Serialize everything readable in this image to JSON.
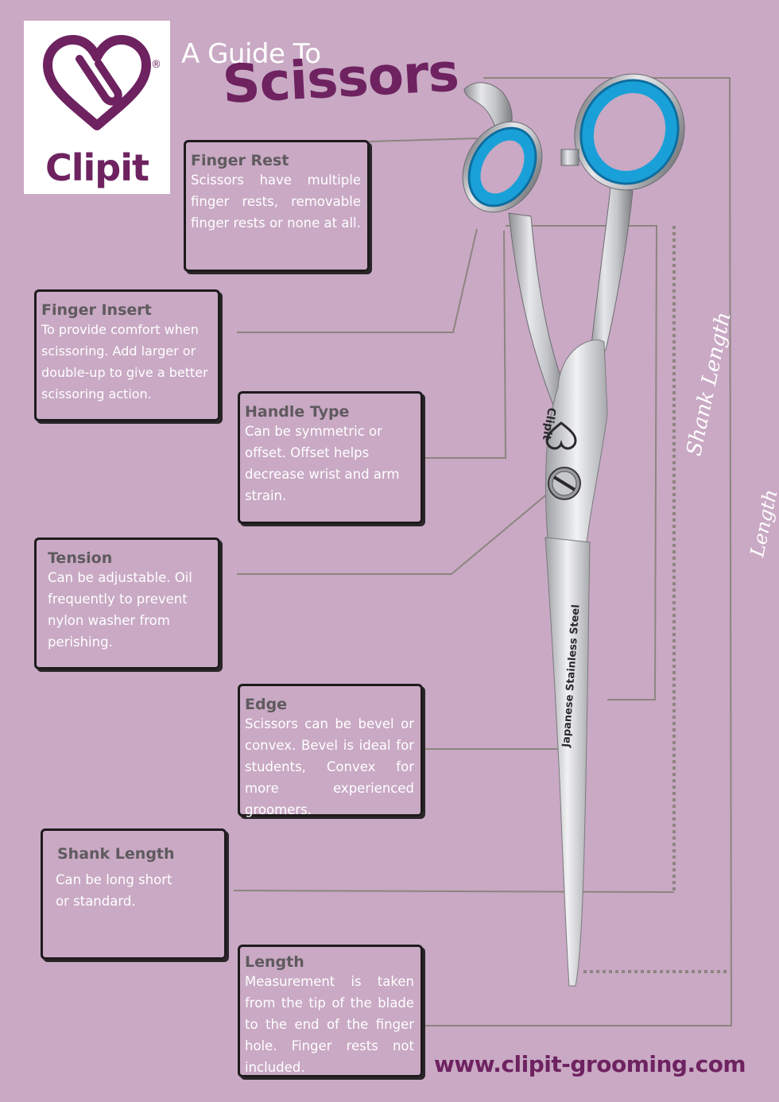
{
  "brand": {
    "name": "Clipit",
    "registered": "®"
  },
  "title": {
    "line1": "A Guide To",
    "line2": "Scissors"
  },
  "cards": {
    "finger_rest": {
      "heading": "Finger Rest",
      "body": "Scissors have multiple finger rests, removable finger rests or none at all."
    },
    "finger_insert": {
      "heading": "Finger Insert",
      "body": "To provide comfort when scissoring. Add larger or double-up to give a better scissoring action."
    },
    "handle_type": {
      "heading": "Handle Type",
      "body": "Can be symmetric or offset. Offset helps decrease wrist and arm strain."
    },
    "tension": {
      "heading": "Tension",
      "body": "Can be adjustable. Oil frequently to prevent nylon washer from perishing."
    },
    "edge": {
      "heading": "Edge",
      "body": "Scissors can be bevel or convex. Bevel is ideal for students, Convex for more experienced groomers."
    },
    "shank_length": {
      "heading": "Shank Length",
      "body": "Can be long short or standard."
    },
    "length": {
      "heading": "Length",
      "body": "Measurement is taken from the tip of the blade to the end of the finger hole. Finger rests not included."
    }
  },
  "side_labels": {
    "shank_length": "Shank Length",
    "length": "Length"
  },
  "scissors": {
    "engraving": "Japanese Stainless Steel",
    "handle_brand": "Clipit"
  },
  "footer": {
    "url": "www.clipit-grooming.com"
  },
  "colors": {
    "background": "#c9a9c4",
    "brand_purple": "#6e2260",
    "heading_grey": "#5f5a5e",
    "ring_blue": "#1aa0d8"
  }
}
